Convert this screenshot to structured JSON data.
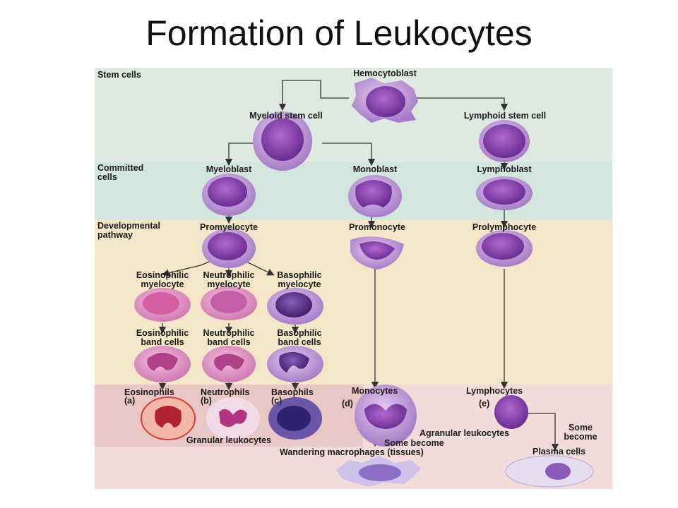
{
  "title": "Formation of Leukocytes",
  "stages": {
    "stem": "Stem cells",
    "committed_1": "Committed",
    "committed_2": "cells",
    "developmental_1": "Developmental",
    "developmental_2": "pathway"
  },
  "cells": {
    "hemocytoblast": "Hemocytoblast",
    "myeloid_stem": "Myeloid stem cell",
    "lymphoid_stem": "Lymphoid stem cell",
    "myeloblast": "Myeloblast",
    "monoblast": "Monoblast",
    "lymphoblast": "Lymphoblast",
    "promyelocyte": "Promyelocyte",
    "promonocyte": "Promonocyte",
    "prolymphocyte": "Prolymphocyte",
    "eos_myelocyte_1": "Eosinophilic",
    "eos_myelocyte_2": "myelocyte",
    "neu_myelocyte_1": "Neutrophilic",
    "neu_myelocyte_2": "myelocyte",
    "bas_myelocyte_1": "Basophilic",
    "bas_myelocyte_2": "myelocyte",
    "eos_band_1": "Eosinophilic",
    "eos_band_2": "band cells",
    "neu_band_1": "Neutrophilic",
    "neu_band_2": "band cells",
    "bas_band_1": "Basophilic",
    "bas_band_2": "band cells",
    "eosinophils": "Eosinophils",
    "neutrophils": "Neutrophils",
    "basophils": "Basophils",
    "monocytes": "Monocytes",
    "lymphocytes": "Lymphocytes",
    "macrophages": "Wandering macrophages (tissues)",
    "plasma": "Plasma cells"
  },
  "letters": {
    "a": "(a)",
    "b": "(b)",
    "c": "(c)",
    "d": "(d)",
    "e": "(e)"
  },
  "groups": {
    "granular": "Granular leukocytes",
    "agranular": "Agranular leukocytes"
  },
  "notes": {
    "some_become": "Some become",
    "some_1": "Some",
    "become": "become"
  },
  "colors": {
    "stem_band": "#dde9e1",
    "committed_band": "#d2e6dd",
    "developmental_band": "#f4e6c8",
    "mature_band": "#eed2d0",
    "cell_purple": "#a77cc9",
    "nucleus_purple": "#7a3fa6"
  }
}
